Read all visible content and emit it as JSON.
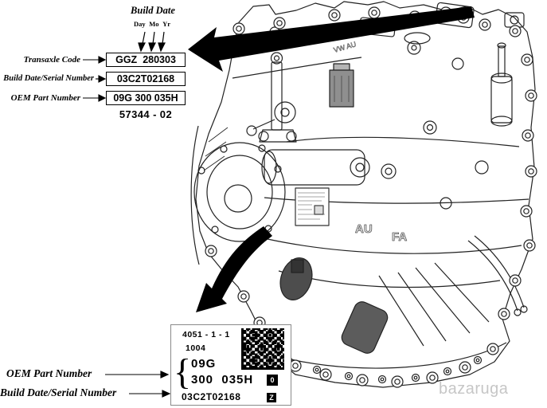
{
  "top_callout": {
    "build_date_title": "Build Date",
    "build_date_columns": [
      "Day",
      "Mo",
      "Yr"
    ],
    "rows": [
      {
        "label": "Transaxle Code",
        "code": "GGZ",
        "value": "280303"
      },
      {
        "label": "Build Date/Serial Number",
        "value": "03C2T02168"
      },
      {
        "label": "OEM Part Number",
        "value": "09G 300 035H"
      }
    ],
    "casting_number": "57344 - 02"
  },
  "sticker": {
    "line1": "4051 - 1 - 1",
    "line2": "1004",
    "brace": "{",
    "oem_line1": "09G",
    "oem_line2": "300  035H",
    "serial": "03C2T02168",
    "flag_top": "0",
    "flag_bottom": "Z"
  },
  "bottom_callout": {
    "oem_label": "OEM Part Number",
    "serial_label": "Build Date/Serial Number"
  },
  "case_markings": {
    "m1": "AU",
    "m2": "FA",
    "m3": "VW AU"
  },
  "watermark": "bazaruga",
  "colors": {
    "line": "#222222",
    "arrow": "#000000",
    "shade": "#5c5c5c"
  }
}
